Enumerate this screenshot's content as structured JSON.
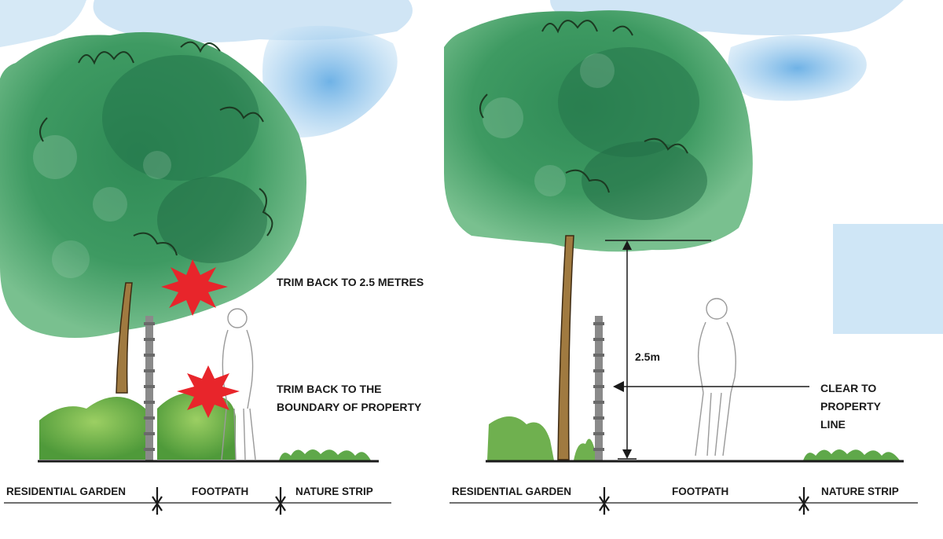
{
  "panels": [
    {
      "id": "before",
      "annotations": {
        "trim_height": "TRIM BACK TO 2.5 METRES",
        "trim_boundary_line1": "TRIM BACK TO THE",
        "trim_boundary_line2": "BOUNDARY OF PROPERTY"
      },
      "zones": {
        "residential": "RESIDENTIAL GARDEN",
        "footpath": "FOOTPATH",
        "nature": "NATURE STRIP"
      }
    },
    {
      "id": "after",
      "annotations": {
        "clearance": "2.5m",
        "clear_line1": "CLEAR TO",
        "clear_line2": "PROPERTY",
        "clear_line3": "LINE"
      },
      "zones": {
        "residential": "RESIDENTIAL GARDEN",
        "footpath": "FOOTPATH",
        "nature": "NATURE STRIP"
      }
    }
  ],
  "colors": {
    "canopy": "#3e9a62",
    "canopy_dark": "#23744a",
    "sky": "#6fb2e6",
    "sky_light": "#c4dff2",
    "burst": "#e8252b",
    "trunk": "#a07a40",
    "hedge": "#7fbf4e",
    "fence": "#8a8a8a",
    "ground": "#1a1a1a"
  }
}
